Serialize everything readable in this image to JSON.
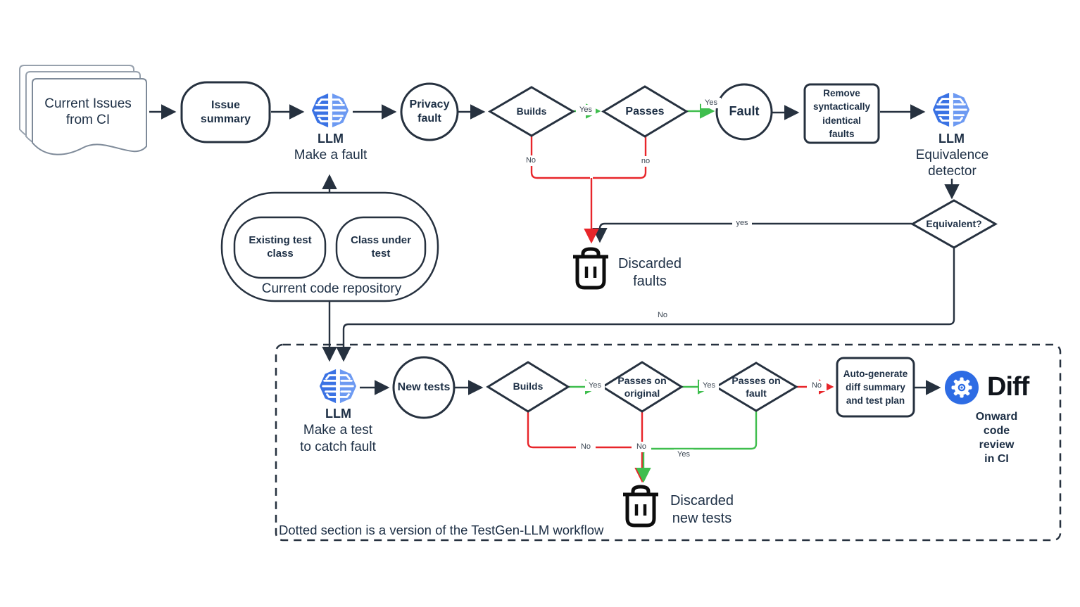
{
  "caption": "Dotted section is a version of the TestGen-LLM workflow",
  "nodes": {
    "current_issues": {
      "label": "Current Issues\nfrom CI"
    },
    "issue_summary": {
      "label": "Issue\nsummary"
    },
    "llm_make_fault": {
      "title": "LLM",
      "subtitle": "Make a fault"
    },
    "privacy_fault": {
      "label": "Privacy\nfault"
    },
    "builds_top": {
      "label": "Builds"
    },
    "passes": {
      "label": "Passes"
    },
    "fault": {
      "label": "Fault"
    },
    "remove_identical": {
      "label": "Remove\nsyntactically\nidentical\nfaults"
    },
    "llm_equivalence": {
      "title": "LLM",
      "subtitle": "Equivalence\ndetector"
    },
    "equivalent": {
      "label": "Equivalent?"
    },
    "discarded_faults": {
      "label": "Discarded\nfaults"
    },
    "code_repository": {
      "label": "Current code repository",
      "existing_test_class": "Existing test\nclass",
      "class_under_test": "Class under\ntest"
    },
    "llm_make_test": {
      "title": "LLM",
      "subtitle": "Make a test\nto catch fault"
    },
    "new_tests": {
      "label": "New tests"
    },
    "builds_bottom": {
      "label": "Builds"
    },
    "passes_on_original": {
      "label": "Passes on\noriginal"
    },
    "passes_on_fault": {
      "label": "Passes on\nfault"
    },
    "auto_generate": {
      "label": "Auto-generate\ndiff summary\nand test plan"
    },
    "diff": {
      "title": "Diff",
      "subtitle": "Onward\ncode\nreview\nin CI"
    },
    "discarded_new_tests": {
      "label": "Discarded\nnew tests"
    }
  },
  "edge_labels": {
    "builds_top_yes": "Yes",
    "passes_yes": "Yes",
    "builds_top_no": "No",
    "passes_no": "no",
    "equivalent_yes": "yes",
    "equivalent_no": "No",
    "builds_bottom_yes": "Yes",
    "passes_on_original_yes": "Yes",
    "passes_on_fault_no": "No",
    "builds_bottom_no": "No",
    "junction_no": "No",
    "passes_on_fault_yes": "Yes"
  },
  "icons": {
    "llm": "llm-brain-icon",
    "discard": "trash-icon",
    "diff": "gear-icon"
  },
  "colors": {
    "line": "#26313f",
    "text": "#1d2f45",
    "red": "#e8252a",
    "green": "#3fbe4e",
    "llm_blue_dark": "#3a72e4",
    "llm_blue_light": "#6d9af2",
    "diff_blue": "#2e6ce4"
  }
}
